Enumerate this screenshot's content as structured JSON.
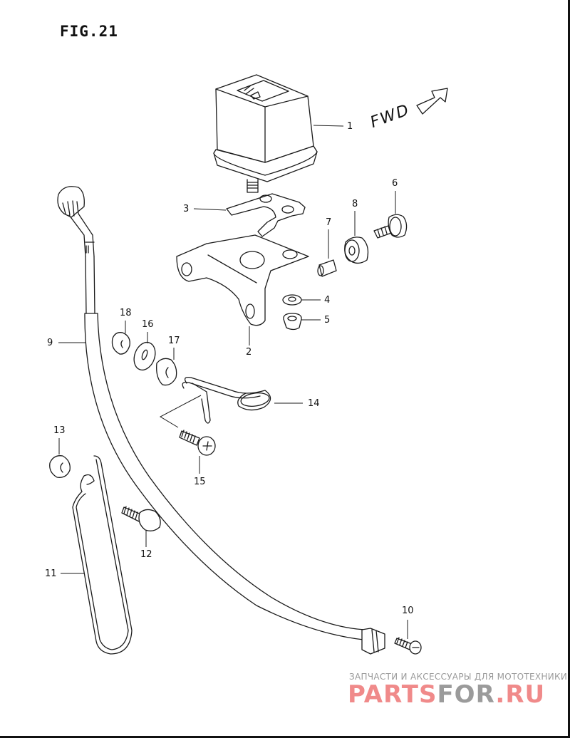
{
  "figure": {
    "title": "FIG.21",
    "direction_label": "FWD",
    "direction_icon": "forward-arrow-icon"
  },
  "callouts": [
    {
      "id": "1",
      "label": "1",
      "part": "relay"
    },
    {
      "id": "2",
      "label": "2",
      "part": "bracket"
    },
    {
      "id": "3",
      "label": "3",
      "part": "terminal-plate"
    },
    {
      "id": "4",
      "label": "4",
      "part": "washer"
    },
    {
      "id": "5",
      "label": "5",
      "part": "nut"
    },
    {
      "id": "6",
      "label": "6",
      "part": "bolt"
    },
    {
      "id": "7",
      "label": "7",
      "part": "spacer"
    },
    {
      "id": "8",
      "label": "8",
      "part": "cushion"
    },
    {
      "id": "9",
      "label": "9",
      "part": "cable"
    },
    {
      "id": "10",
      "label": "10",
      "part": "screw"
    },
    {
      "id": "11",
      "label": "11",
      "part": "wire-clamp"
    },
    {
      "id": "12",
      "label": "12",
      "part": "bolt"
    },
    {
      "id": "13",
      "label": "13",
      "part": "nut"
    },
    {
      "id": "14",
      "label": "14",
      "part": "spring-clip"
    },
    {
      "id": "15",
      "label": "15",
      "part": "screw"
    },
    {
      "id": "16",
      "label": "16",
      "part": "washer"
    },
    {
      "id": "17",
      "label": "17",
      "part": "nut"
    },
    {
      "id": "18",
      "label": "18",
      "part": "nut"
    }
  ],
  "watermark": {
    "subtitle": "ЗАПЧАСТИ И АКСЕССУАРЫ ДЛЯ МОТОТЕХНИКИ",
    "brand_part1": "PARTS",
    "brand_part2": "FOR",
    "brand_part3": ".RU",
    "brand_color": "#f08a8a",
    "accent_color": "#9b9b9b"
  }
}
